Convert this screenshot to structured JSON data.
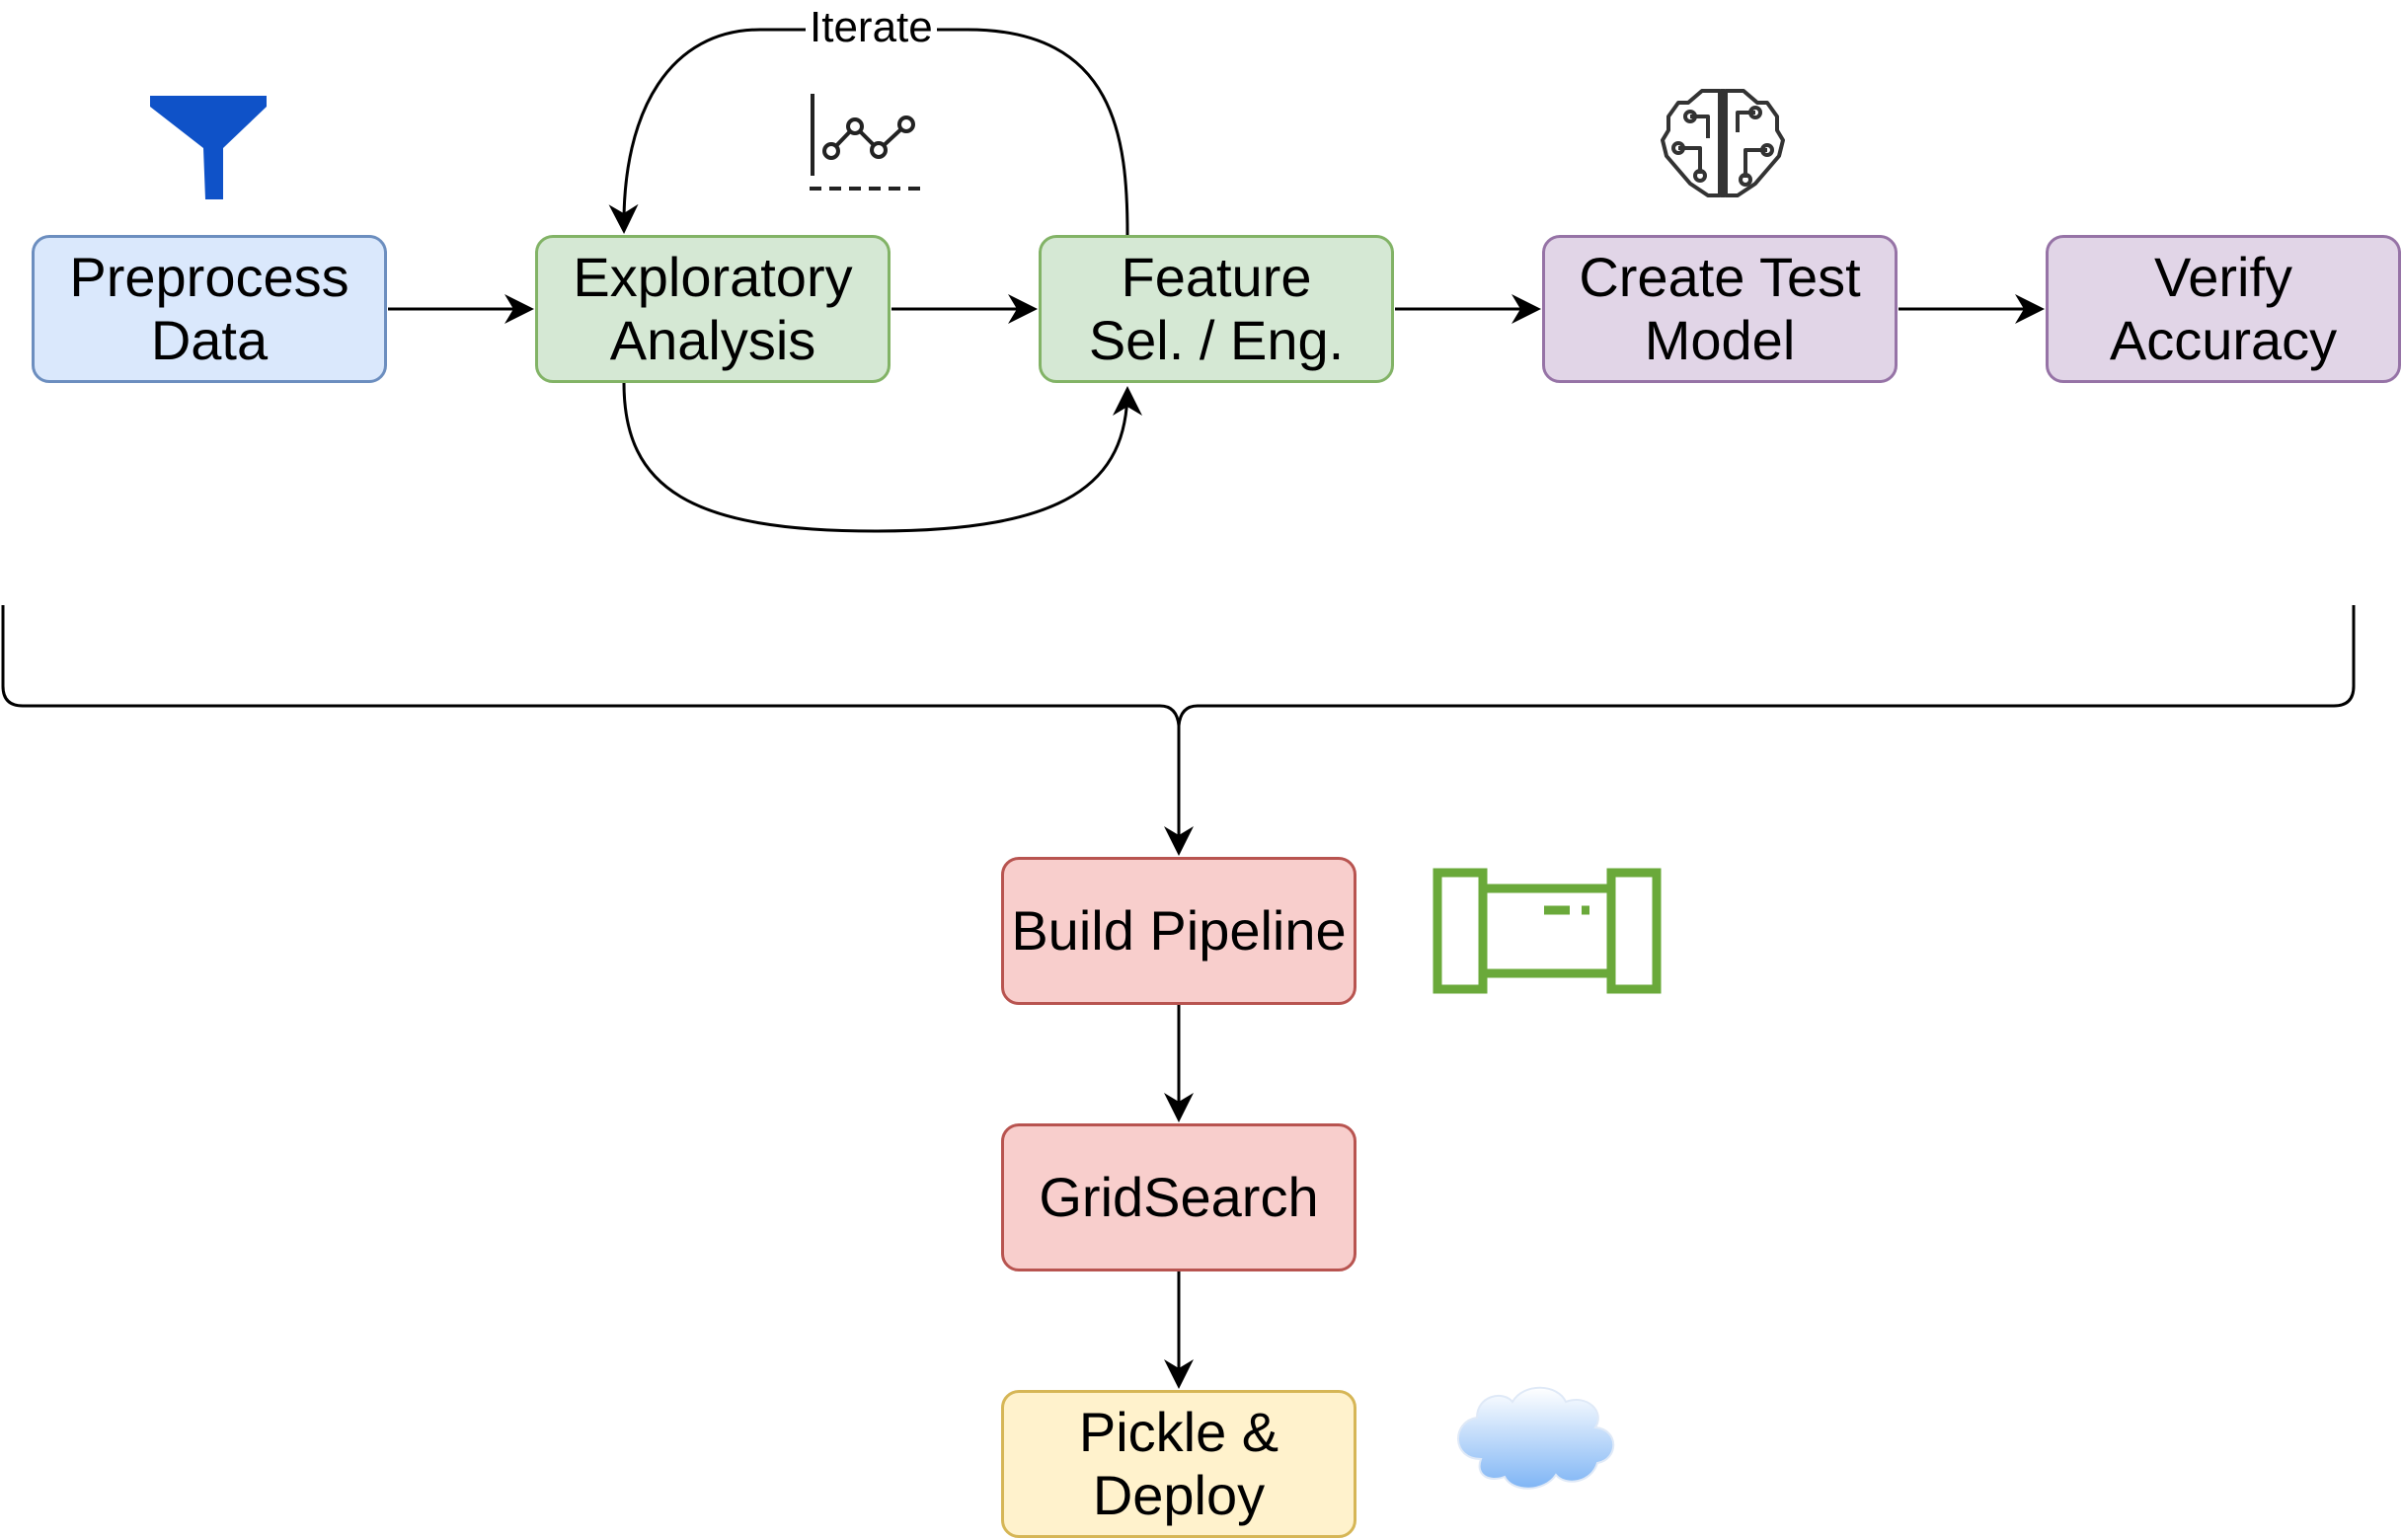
{
  "diagram": {
    "nodes": {
      "preprocess": "Preprocess Data",
      "exploratory": "Exploratory Analysis",
      "feature": "Feature Sel. / Eng.",
      "create_model": "Create Test Model",
      "verify": "Verify Accuracy",
      "build_pipeline": "Build Pipeline",
      "gridsearch": "GridSearch",
      "pickle_deploy": "Pickle & Deploy"
    },
    "edge_labels": {
      "iterate": "Iterate"
    },
    "icons": {
      "preprocess": "funnel-icon",
      "exploratory": "line-chart-icon",
      "create_model": "brain-circuit-icon",
      "build_pipeline": "pipeline-icon",
      "pickle_deploy": "cloud-icon"
    },
    "colors": {
      "blue_fill": "#dae8fc",
      "blue_stroke": "#6c8ebf",
      "green_fill": "#d5e8d4",
      "green_stroke": "#82b366",
      "purple_fill": "#e1d5e7",
      "purple_stroke": "#9673a6",
      "red_fill": "#f8cecc",
      "red_stroke": "#b85450",
      "yellow_fill": "#fff2cc",
      "yellow_stroke": "#d6b656",
      "funnel": "#0f52c8",
      "pipeline": "#6aa93a",
      "cloud": "#7fb5f5"
    }
  }
}
